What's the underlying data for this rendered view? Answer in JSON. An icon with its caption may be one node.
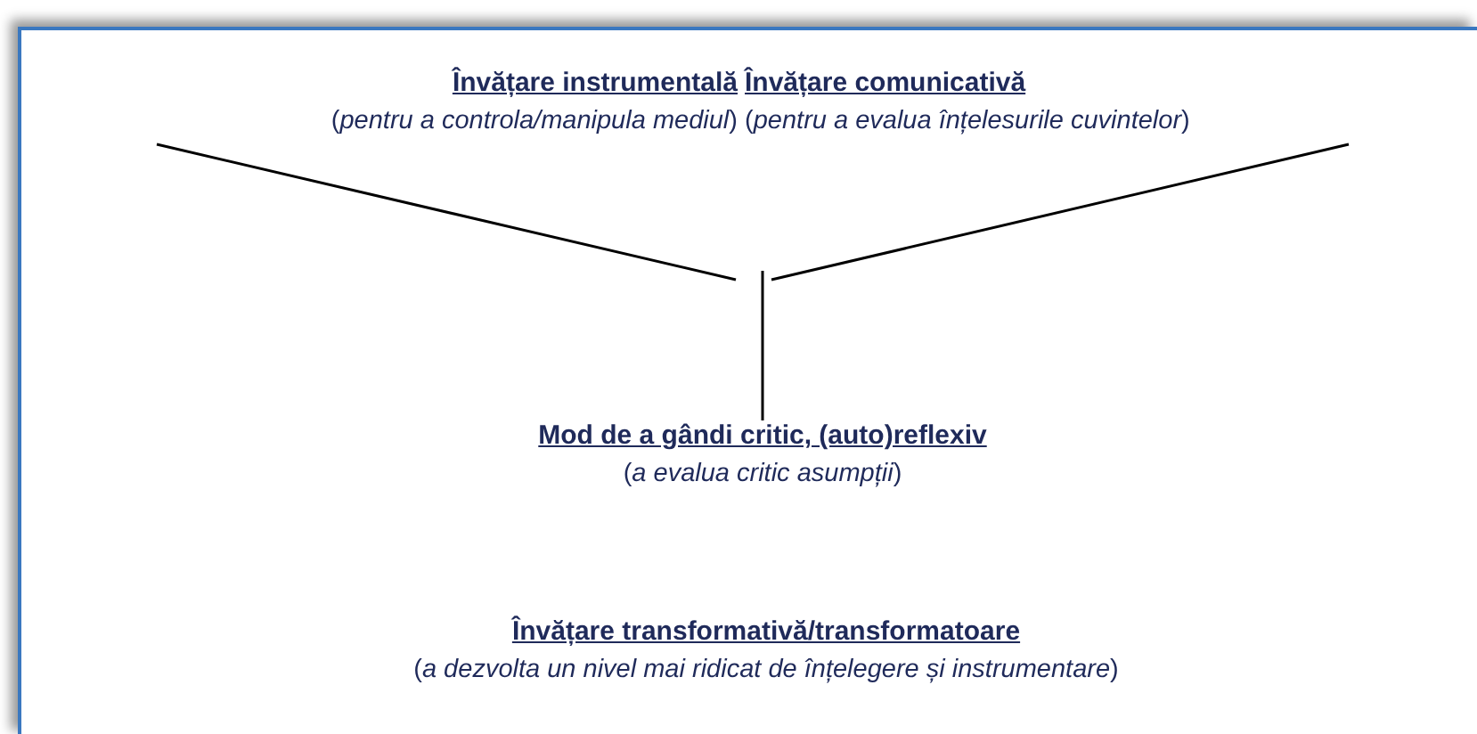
{
  "diagram": {
    "nodes": [
      {
        "text": [
          "Învățare instrumentală",
          "(*pentru a controla/manipula mediul*)"
        ]
      },
      {
        "text": [
          "Învățare comunicativă",
          "(*pentru a evalua înțelesurile cuvintelor*)"
        ]
      },
      {
        "text": [
          "Mod de a gândi critic, (auto)reflexiv",
          "(*a evalua critic asumpții*)"
        ]
      },
      {
        "text": [
          "Învățare transformativă/transformatoare",
          "(*a dezvolta un nivel mai ridicat de înțelegere și instrumentare*)"
        ]
      }
    ],
    "edges": [
      {
        "from": 0,
        "to": 2,
        "arrow": "none"
      },
      {
        "from": 1,
        "to": 2,
        "arrow": "none"
      }
    ]
  }
}
